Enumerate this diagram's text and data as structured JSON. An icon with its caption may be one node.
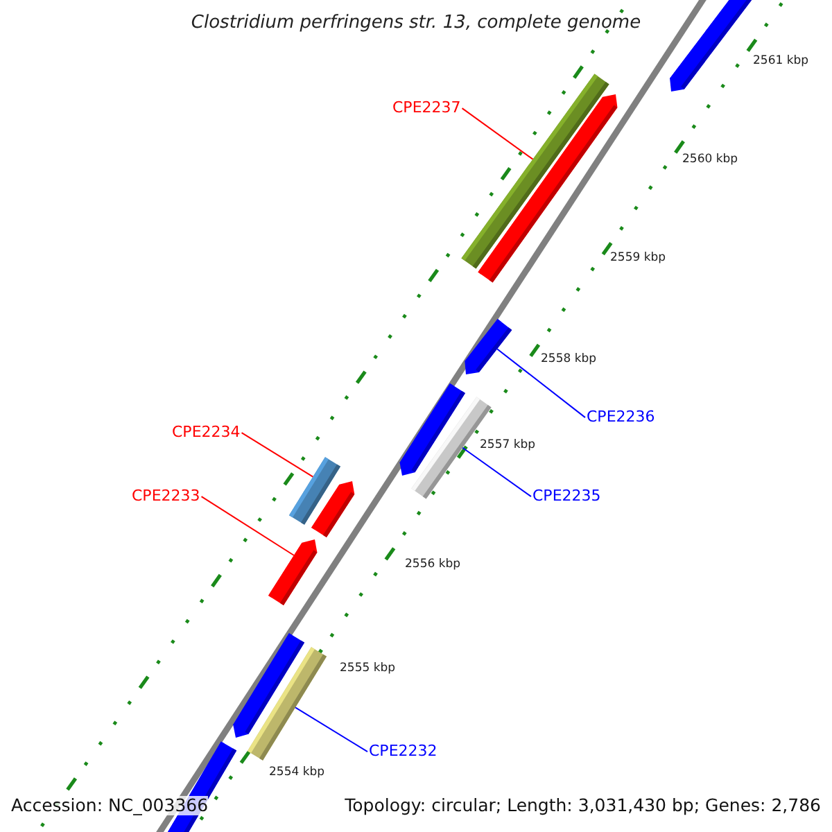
{
  "diagram": {
    "title": "Clostridium perfringens str. 13, complete genome",
    "nodes": [
      {
        "text": [],
        "shape": "bar"
      },
      {
        "text": [
          "CPE2237"
        ]
      },
      {
        "text": [],
        "shape": "bar"
      },
      {
        "text": [],
        "shape": "bar"
      },
      {
        "text": [],
        "shape": "bar"
      },
      {
        "text": [
          "CPE2236"
        ]
      },
      {
        "text": [],
        "shape": "bar"
      },
      {
        "text": [],
        "shape": "bar"
      },
      {
        "text": [
          "CPE2234"
        ]
      },
      {
        "text": [],
        "shape": "bar"
      },
      {
        "text": [],
        "shape": "bar"
      },
      {
        "text": [
          "CPE2233"
        ]
      },
      {
        "text": [
          "CPE2235"
        ]
      },
      {
        "text": [],
        "shape": "bar"
      },
      {
        "text": [],
        "shape": "bar"
      },
      {
        "text": [],
        "shape": "bar"
      },
      {
        "text": [
          "CPE2232"
        ]
      },
      {
        "text": [],
        "shape": "bar"
      }
    ],
    "edges": [
      {
        "from": 1,
        "to": 2,
        "arrow": "none",
        "color": "#ff0000"
      },
      {
        "from": 5,
        "to": 4,
        "arrow": "none",
        "color": "#0000ff"
      },
      {
        "from": 8,
        "to": 9,
        "arrow": "none",
        "color": "#ff0000"
      },
      {
        "from": 11,
        "to": 13,
        "arrow": "none",
        "color": "#ff0000"
      },
      {
        "from": 12,
        "to": 7,
        "arrow": "none",
        "color": "#0000ff"
      },
      {
        "from": 16,
        "to": 15,
        "arrow": "none",
        "color": "#0000ff"
      }
    ],
    "labels": [
      "2561 kbp",
      "2560 kbp",
      "2559 kbp",
      "2558 kbp",
      "2557 kbp",
      "2556 kbp",
      "2555 kbp",
      "2554 kbp",
      "Accession: NC_003366",
      "Topology: circular; Length: 3,031,430 bp; Genes: 2,786"
    ]
  }
}
